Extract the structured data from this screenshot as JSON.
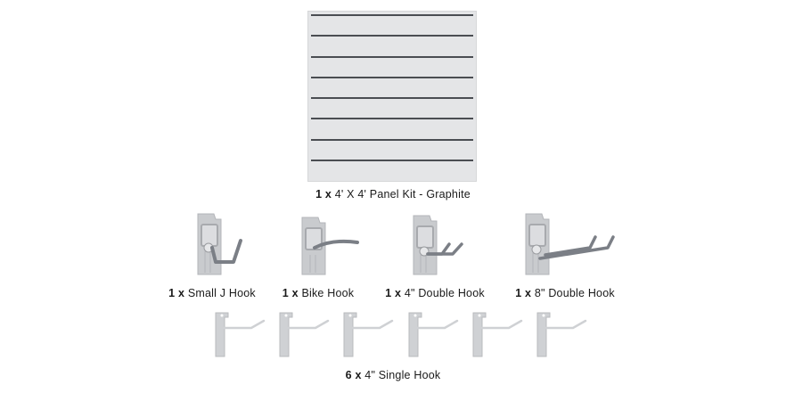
{
  "panel": {
    "qty": "1 x",
    "label": "4' X 4' Panel Kit - Graphite",
    "slat_count": 8,
    "panel_color": "#e4e5e7",
    "slat_color": "#4a4d52"
  },
  "hooks": [
    {
      "qty": "1 x",
      "label": "Small J Hook"
    },
    {
      "qty": "1 x",
      "label": "Bike Hook"
    },
    {
      "qty": "1 x",
      "label": "4\" Double Hook"
    },
    {
      "qty": "1 x",
      "label": "8\" Double Hook"
    }
  ],
  "single_hooks": {
    "qty": "6 x",
    "label": "4\" Single Hook",
    "count": 6
  },
  "colors": {
    "bracket": "#c9cbce",
    "hook_metal": "#7b7f86",
    "single_hook": "#cfd1d4"
  }
}
